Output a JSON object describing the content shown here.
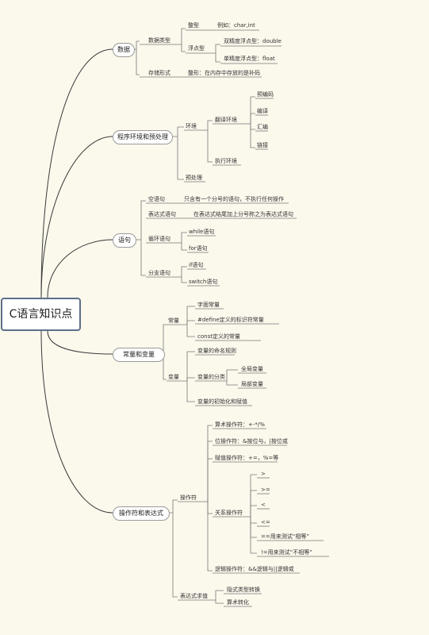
{
  "root": "C语言知识点",
  "data": {
    "title": "数据",
    "types": "数据类型",
    "int": "整型",
    "int_example": "例如：char,int",
    "float": "浮点型",
    "double": "双精度浮点型：double",
    "single": "单精度浮点型：float",
    "storage": "存储形式",
    "storage_desc": "整形：在内存中存放的是补码"
  },
  "env": {
    "title": "程序环境和预处理",
    "env": "环境",
    "translate": "翻译环境",
    "precompile": "预编码",
    "compile": "编译",
    "assemble": "汇编",
    "link": "链接",
    "run": "执行环境",
    "preprocess": "预处理"
  },
  "stmt": {
    "title": "语句",
    "empty": "空语句",
    "empty_desc": "只含有一个分号的语句，不执行任何操作",
    "expr": "表达式语句",
    "expr_desc": "在表达式结尾加上分号称之为表达式语句",
    "loop": "循环语句",
    "while": "while语句",
    "for": "for语句",
    "branch": "分支语句",
    "if": "if语句",
    "switch": "switch语句"
  },
  "cv": {
    "title": "常量和变量",
    "const": "常量",
    "literal": "字面常量",
    "define": "#define定义的标识符常量",
    "const_kw": "const定义的常量",
    "var": "变量",
    "naming": "变量的命名规则",
    "cls": "变量的分类",
    "global": "全局变量",
    "local": "局部变量",
    "init": "变量的初始化和赋值"
  },
  "ops": {
    "title": "操作符和表达式",
    "operators": "操作符",
    "arith": "算术操作符：+-*/%",
    "bit": "位操作符：&按位与，|按位或",
    "assign": "赋值操作符：+=，%=等",
    "rel": "关系操作符",
    "gt": ">",
    "ge": ">=",
    "lt": "<",
    "le": "<=",
    "eq": "==用来测试“相等”",
    "ne": "!=用来测试“不相等”",
    "logic": "逻辑操作符：&&逻辑与||逻辑或",
    "eval": "表达式求值",
    "implicit": "隐式类型转换",
    "arith_conv": "算术转化"
  }
}
